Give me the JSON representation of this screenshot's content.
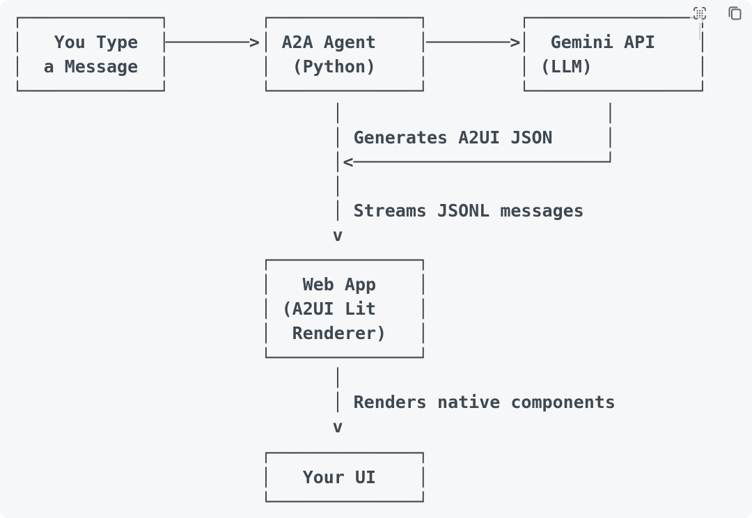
{
  "window": {
    "background": "#f6f7f8",
    "stroke_color": "#3e4851",
    "icon_color": "#63676c"
  },
  "toolbar": {
    "buttons": [
      {
        "id": "select-area",
        "icon": "select-area-icon"
      },
      {
        "id": "copy",
        "icon": "copy-icon"
      }
    ]
  },
  "diagram": {
    "type": "ascii-flowchart",
    "nodes": [
      {
        "id": "user-message",
        "label": "You Type a Message"
      },
      {
        "id": "a2a-agent",
        "label": "A2A Agent (Python)"
      },
      {
        "id": "gemini-api",
        "label": "Gemini API (LLM)"
      },
      {
        "id": "web-app",
        "label": "Web App (A2UI Lit Renderer)"
      },
      {
        "id": "your-ui",
        "label": "Your UI"
      }
    ],
    "edges": [
      {
        "from": "user-message",
        "to": "a2a-agent",
        "label": ""
      },
      {
        "from": "a2a-agent",
        "to": "gemini-api",
        "label": ""
      },
      {
        "from": "gemini-api",
        "to": "a2a-agent",
        "label": "Generates A2UI JSON"
      },
      {
        "from": "a2a-agent",
        "to": "web-app",
        "label": "Streams JSONL messages"
      },
      {
        "from": "web-app",
        "to": "your-ui",
        "label": "Renders native components"
      }
    ],
    "ascii": {
      "box_user_message": "┌─────────────┐\n│   You Type  │\n│  a Message  │\n└─────────────┘",
      "arrow_user_to_agent": "────────>",
      "box_a2a_agent": "┌──────────────┐\n│ A2A Agent    │\n│  (Python)    │\n└──────────────┘",
      "arrow_agent_to_gemini": "────────>",
      "box_gemini_api": "┌────────────────┐\n│  Gemini API    │\n│ (LLM)          │\n└────────────────┘",
      "connector_gemini_to_webapp": "│                         │\n│ Generates A2UI JSON     │\n│<────────────────────────┘\n│\n│ Streams JSONL messages\nv",
      "box_web_app": "┌──────────────┐\n│   Web App    │\n│ (A2UI Lit    │\n│  Renderer)   │\n└──────────────┘",
      "connector_webapp_to_ui": "│\n│ Renders native components\nv",
      "box_your_ui": "┌──────────────┐\n│   Your UI    │\n└──────────────┘"
    }
  }
}
